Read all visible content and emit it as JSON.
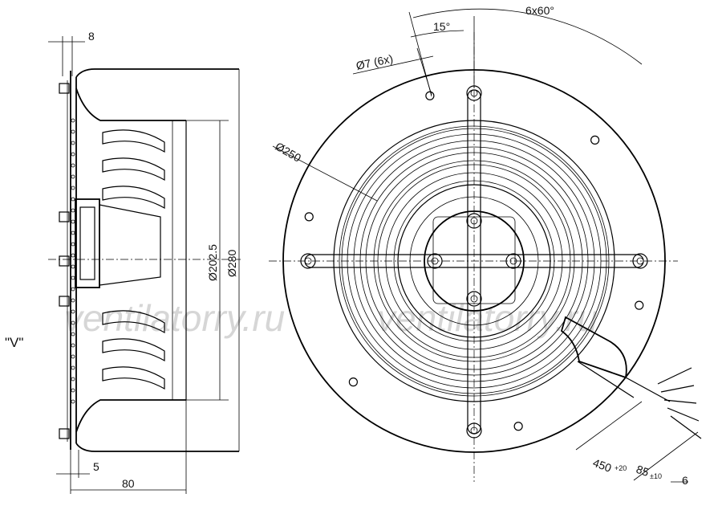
{
  "variant_label": "\"V\"",
  "watermark": "ventilatorry.ru",
  "side_view": {
    "dim_top": "8",
    "dim_bottom_small": "5",
    "dim_bottom_width": "80",
    "dim_inner_diameter": "Ø202.5",
    "dim_outer_diameter": "Ø280"
  },
  "front_view": {
    "dim_angle_pattern": "6x60°",
    "dim_angle_offset": "15°",
    "dim_holes": "Ø7 (6x)",
    "dim_bolt_circle": "Ø250",
    "cable_length": "450",
    "cable_length_tol": "+20",
    "strip_length": "85",
    "strip_length_tol": "±10",
    "wire_end": "6"
  },
  "colors": {
    "line": "#000000",
    "watermark": "#d6d6d6",
    "background": "#ffffff"
  }
}
